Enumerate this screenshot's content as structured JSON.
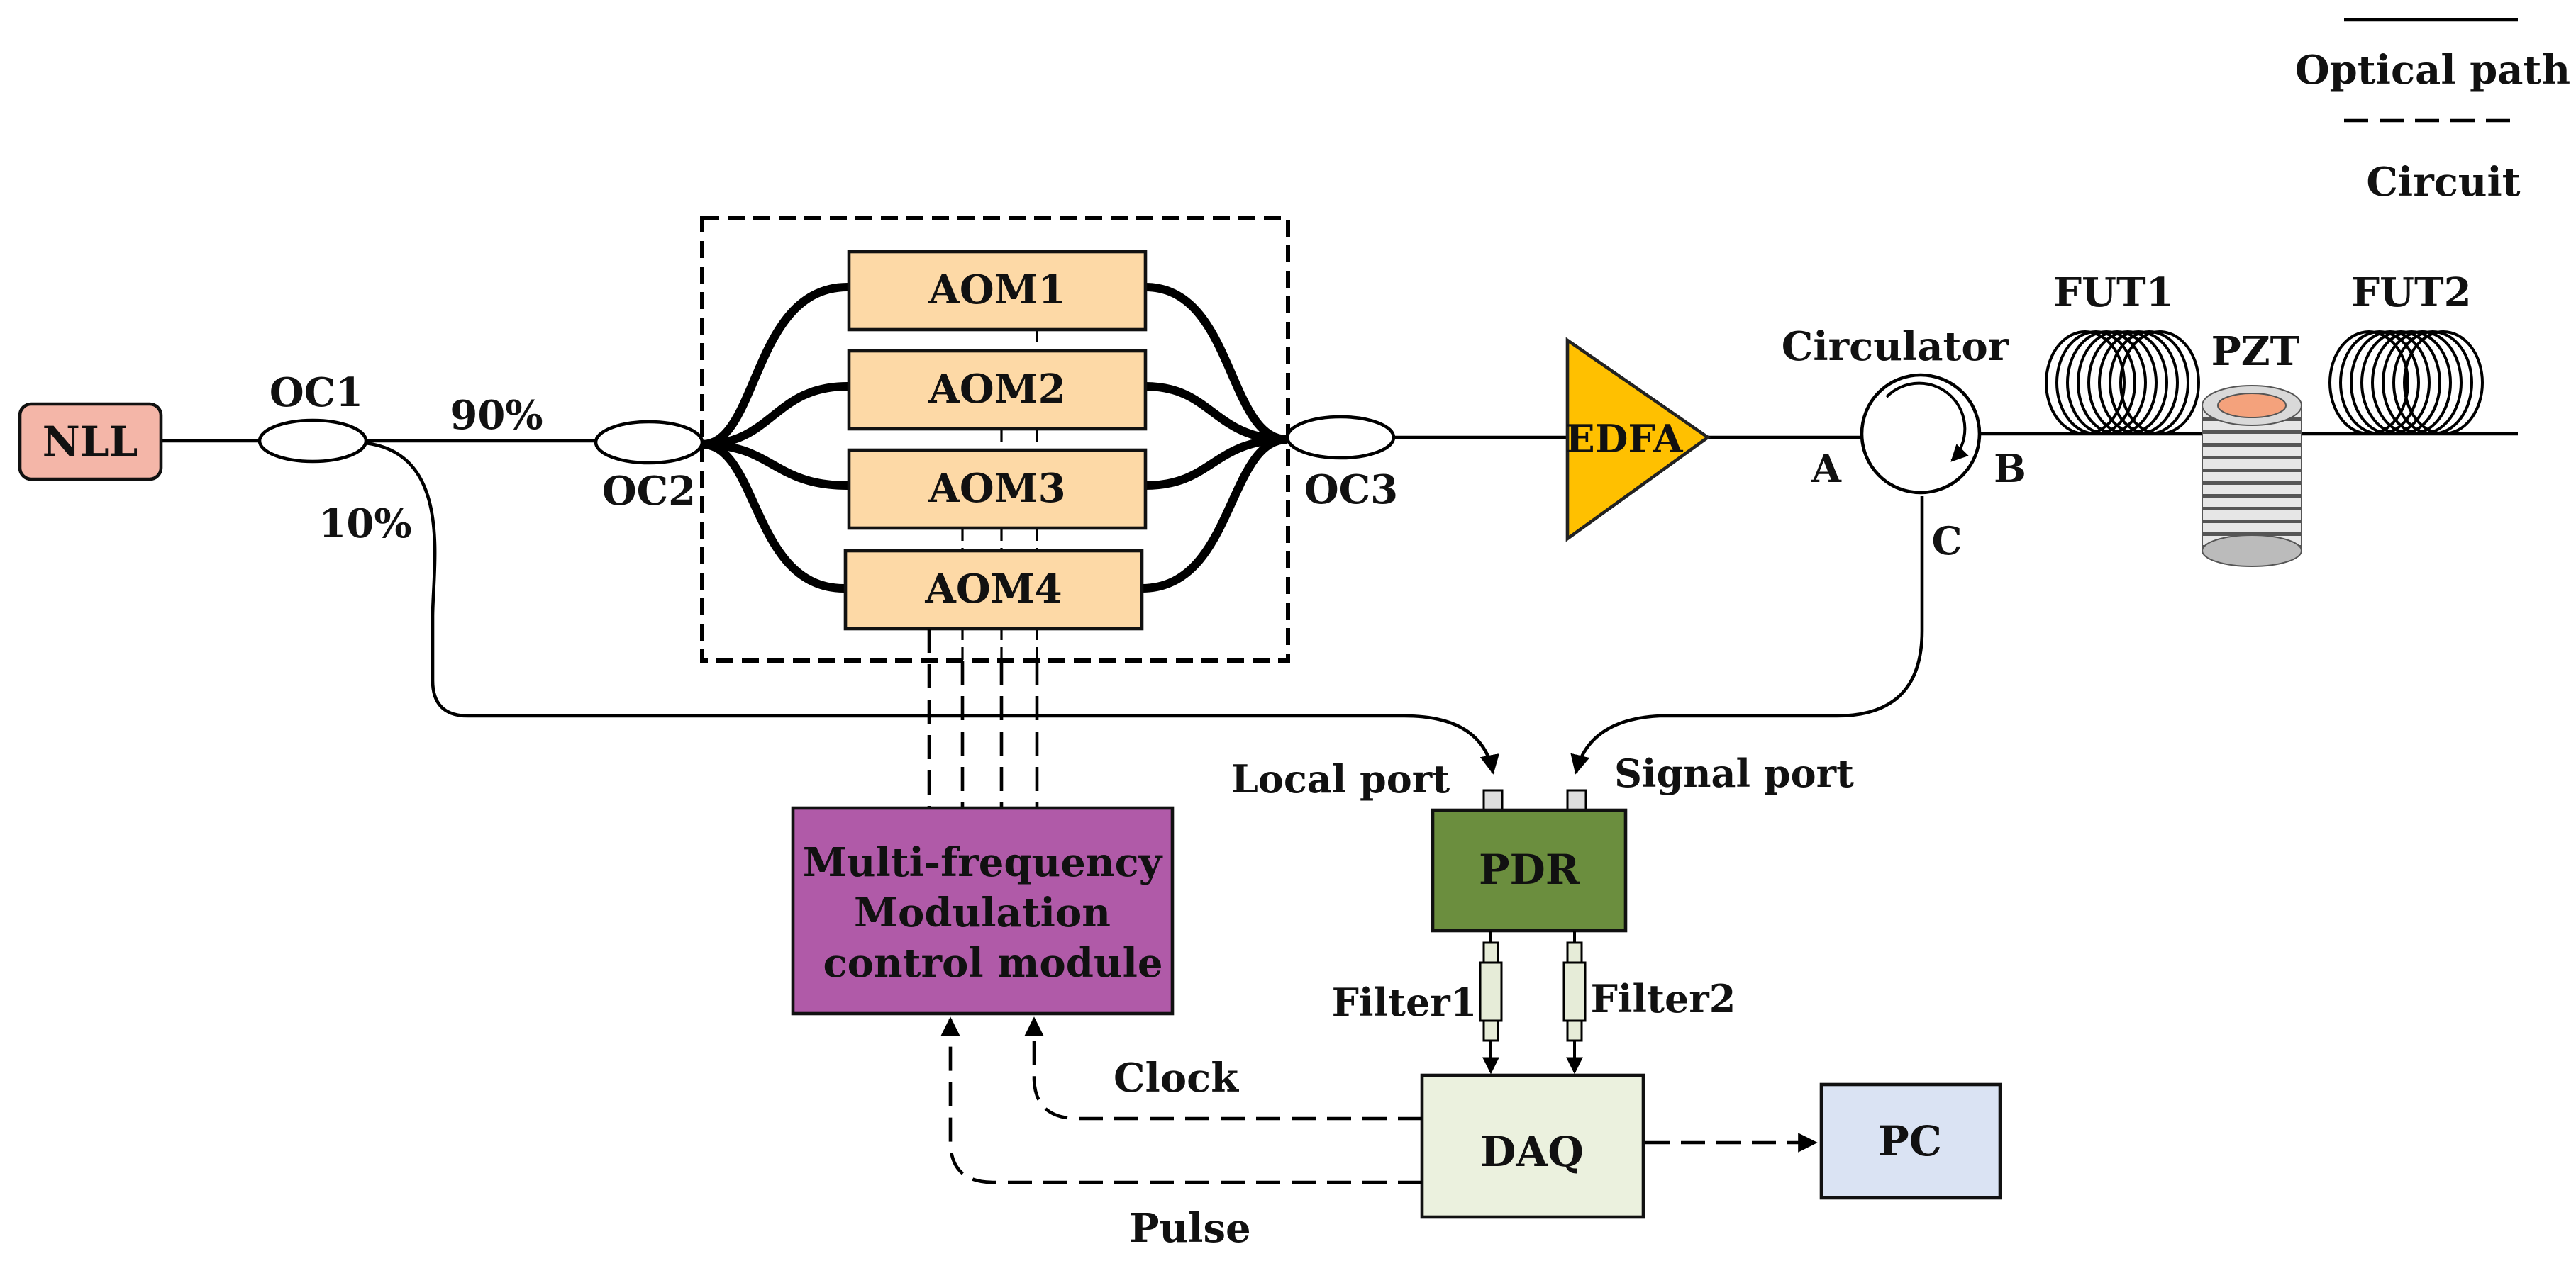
{
  "legend": {
    "optical_path": "Optical path",
    "circuit": "Circuit"
  },
  "components": {
    "nll": "NLL",
    "oc1": "OC1",
    "oc2": "OC2",
    "oc3": "OC3",
    "aom1": "AOM1",
    "aom2": "AOM2",
    "aom3": "AOM3",
    "aom4": "AOM4",
    "edfa": "EDFA",
    "circulator": "Circulator",
    "fut1": "FUT1",
    "fut2": "FUT2",
    "pzt": "PZT",
    "pdr": "PDR",
    "daq": "DAQ",
    "pc": "PC",
    "filter1": "Filter1",
    "filter2": "Filter2",
    "mfm_line1": "Multi-frequency",
    "mfm_line2": "Modulation",
    "mfm_line3": "control module"
  },
  "labels": {
    "split_90": "90%",
    "split_10": "10%",
    "port_a": "A",
    "port_b": "B",
    "port_c": "C",
    "local_port": "Local port",
    "signal_port": "Signal port",
    "clock": "Clock",
    "pulse": "Pulse"
  },
  "colors": {
    "nll": "#F4B6A8",
    "aom": "#FDD9A6",
    "edfa": "#FFC000",
    "mfm": "#B05AA8",
    "pdr": "#6B8E3E",
    "daq": "#EBF1DE",
    "pc": "#DAE3F3",
    "pzt_top": "#F4A27C"
  }
}
